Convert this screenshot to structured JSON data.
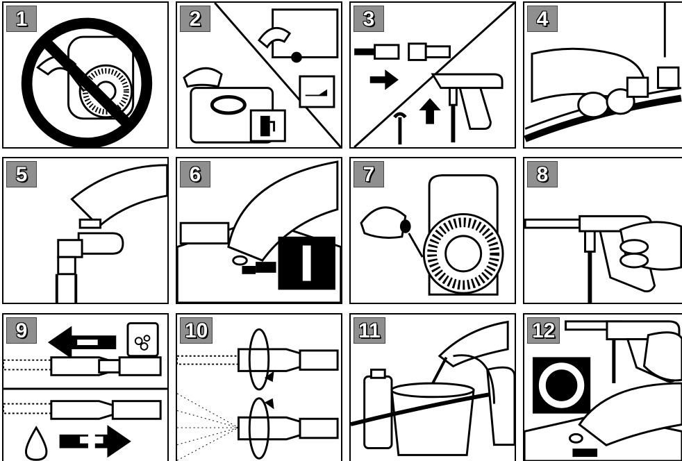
{
  "steps": [
    {
      "number": "1"
    },
    {
      "number": "2"
    },
    {
      "number": "3"
    },
    {
      "number": "4"
    },
    {
      "number": "5"
    },
    {
      "number": "6"
    },
    {
      "number": "7"
    },
    {
      "number": "8"
    },
    {
      "number": "9"
    },
    {
      "number": "10"
    },
    {
      "number": "11"
    },
    {
      "number": "12"
    }
  ],
  "colors": {
    "ink": "#000000",
    "badge": "#8f8f8f",
    "paper": "#ffffff"
  },
  "icons": [
    "prohibited-sign-icon",
    "oil-can-icon",
    "fuel-pump-icon",
    "wrench-icon",
    "arrow-right-icon",
    "arrow-up-icon",
    "switch-on-icon",
    "switch-off-icon",
    "water-drop-icon",
    "detergent-bottle-icon",
    "rotate-arrows-icon"
  ]
}
